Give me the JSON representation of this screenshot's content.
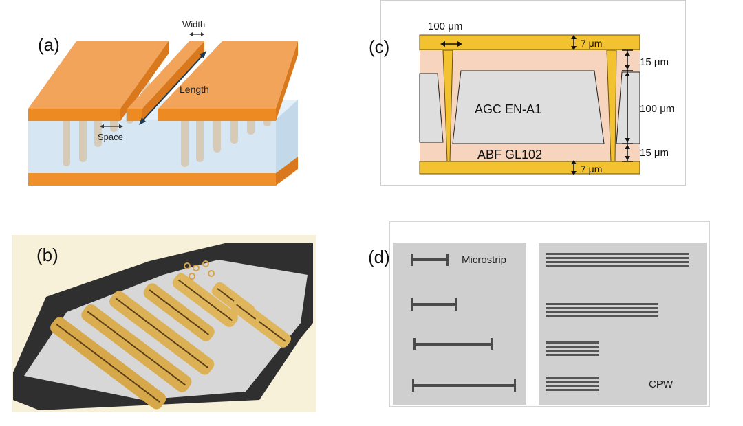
{
  "panels": {
    "a": {
      "label": "(a)",
      "width_label": "Width",
      "length_label": "Length",
      "space_label": "Space"
    },
    "b": {
      "label": "(b)"
    },
    "c": {
      "label": "(c)",
      "dim_top_width": "100 μm",
      "dim_top_metal": "7 μm",
      "dim_right_upper": "15 μm",
      "dim_right_core": "100 μm",
      "dim_right_lower": "15 μm",
      "dim_bottom_metal": "7 μm",
      "core_material": "AGC EN-A1",
      "buildup_material": "ABF GL102",
      "colors": {
        "metal": "#f2c230",
        "buildup": "#f6d4be",
        "core": "#dedede"
      }
    },
    "d": {
      "label": "(d)",
      "microstrip_label": "Microstrip",
      "cpw_label": "CPW"
    }
  }
}
